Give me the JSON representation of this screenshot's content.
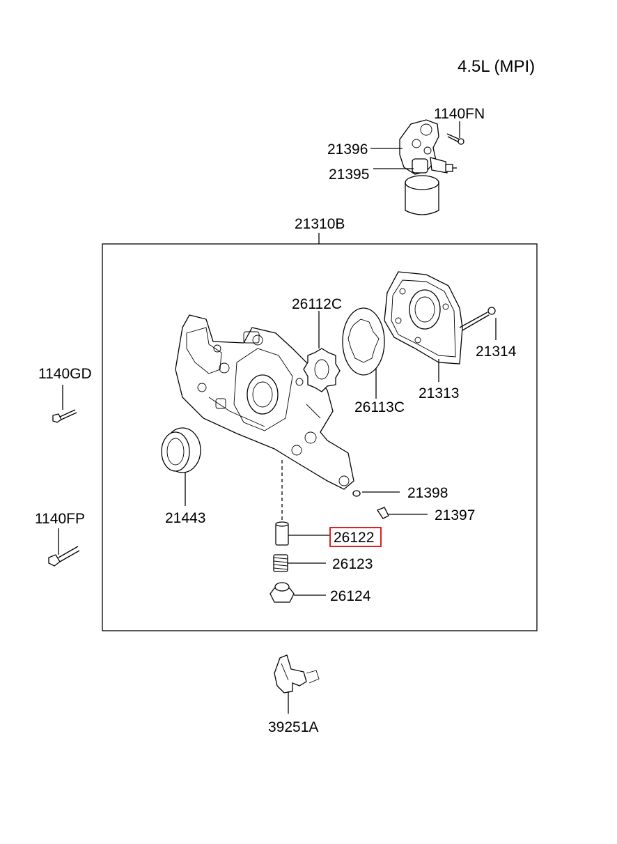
{
  "diagram": {
    "title": "4.5L (MPI)",
    "highlight_color": "#e02020",
    "highlighted_part": "26122",
    "parts": {
      "p1140FN": "1140FN",
      "p21396": "21396",
      "p21395": "21395",
      "p21310B": "21310B",
      "p26112C": "26112C",
      "p21314": "21314",
      "p21313": "21313",
      "p26113C": "26113C",
      "p1140GD": "1140GD",
      "p21443": "21443",
      "p21398": "21398",
      "p21397": "21397",
      "p1140FP": "1140FP",
      "p26122": "26122",
      "p26123": "26123",
      "p26124": "26124",
      "p39251A": "39251A"
    }
  }
}
